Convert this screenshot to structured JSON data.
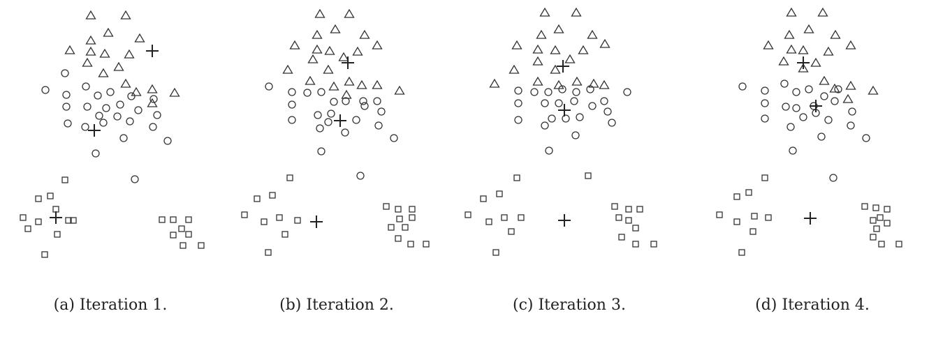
{
  "figure": {
    "captions": [
      "(a) Iteration 1.",
      "(b) Iteration 2.",
      "(c) Iteration 3.",
      "(d) Iteration 4."
    ]
  },
  "colors": {
    "ink": "#333333",
    "background": "#ffffff"
  },
  "icons": {
    "triangle": "triangle-marker",
    "circle": "circle-marker",
    "square": "square-marker",
    "centroid": "plus-marker"
  },
  "chart_data": [
    {
      "type": "scatter",
      "title": "(a) Iteration 1.",
      "xlim": [
        0,
        300
      ],
      "ylim": [
        0,
        360
      ],
      "series": [
        {
          "marker": "triangle",
          "points": [
            [
              130,
              22
            ],
            [
              180,
              22
            ],
            [
              130,
              58
            ],
            [
              155,
              47
            ],
            [
              200,
              55
            ],
            [
              100,
              72
            ],
            [
              130,
              74
            ],
            [
              150,
              77
            ],
            [
              185,
              78
            ],
            [
              125,
              90
            ],
            [
              170,
              96
            ],
            [
              148,
              105
            ],
            [
              180,
              120
            ],
            [
              195,
              132
            ],
            [
              218,
              128
            ],
            [
              250,
              133
            ],
            [
              218,
              148
            ]
          ]
        },
        {
          "marker": "circle",
          "points": [
            [
              93,
              105
            ],
            [
              65,
              129
            ],
            [
              123,
              124
            ],
            [
              95,
              136
            ],
            [
              140,
              137
            ],
            [
              158,
              132
            ],
            [
              188,
              138
            ],
            [
              95,
              153
            ],
            [
              125,
              153
            ],
            [
              152,
              155
            ],
            [
              172,
              150
            ],
            [
              198,
              158
            ],
            [
              220,
              142
            ],
            [
              142,
              166
            ],
            [
              168,
              167
            ],
            [
              225,
              165
            ],
            [
              97,
              177
            ],
            [
              148,
              176
            ],
            [
              186,
              174
            ],
            [
              122,
              182
            ],
            [
              219,
              182
            ],
            [
              177,
              198
            ],
            [
              240,
              202
            ],
            [
              137,
              220
            ],
            [
              193,
              257
            ]
          ]
        },
        {
          "marker": "square",
          "points": [
            [
              93,
              258
            ],
            [
              55,
              285
            ],
            [
              72,
              281
            ],
            [
              80,
              300
            ],
            [
              33,
              312
            ],
            [
              55,
              318
            ],
            [
              98,
              316
            ],
            [
              105,
              316
            ],
            [
              40,
              328
            ],
            [
              82,
              336
            ],
            [
              64,
              365
            ],
            [
              232,
              315
            ],
            [
              248,
              315
            ],
            [
              270,
              315
            ],
            [
              260,
              328
            ],
            [
              248,
              337
            ],
            [
              270,
              336
            ],
            [
              262,
              352
            ],
            [
              288,
              352
            ]
          ]
        },
        {
          "marker": "centroid",
          "points": [
            [
              218,
              73
            ],
            [
              135,
              187
            ],
            [
              80,
              312
            ]
          ]
        }
      ]
    },
    {
      "type": "scatter",
      "title": "(b) Iteration 2.",
      "xlim": [
        0,
        300
      ],
      "ylim": [
        0,
        360
      ],
      "series": [
        {
          "marker": "triangle",
          "points": [
            [
              458,
              20
            ],
            [
              500,
              20
            ],
            [
              454,
              50
            ],
            [
              480,
              42
            ],
            [
              522,
              50
            ],
            [
              422,
              65
            ],
            [
              454,
              71
            ],
            [
              472,
              73
            ],
            [
              512,
              74
            ],
            [
              540,
              65
            ],
            [
              448,
              85
            ],
            [
              492,
              82
            ],
            [
              412,
              100
            ],
            [
              470,
              100
            ],
            [
              444,
              116
            ],
            [
              478,
              124
            ],
            [
              500,
              117
            ],
            [
              518,
              122
            ],
            [
              540,
              122
            ],
            [
              572,
              130
            ],
            [
              496,
              136
            ]
          ]
        },
        {
          "marker": "circle",
          "points": [
            [
              385,
              124
            ],
            [
              418,
              132
            ],
            [
              418,
              150
            ],
            [
              440,
              133
            ],
            [
              460,
              132
            ],
            [
              478,
              146
            ],
            [
              495,
              145
            ],
            [
              520,
              145
            ],
            [
              540,
              145
            ],
            [
              418,
              172
            ],
            [
              455,
              165
            ],
            [
              474,
              163
            ],
            [
              522,
              152
            ],
            [
              546,
              160
            ],
            [
              470,
              175
            ],
            [
              494,
              190
            ],
            [
              510,
              172
            ],
            [
              542,
              180
            ],
            [
              458,
              184
            ],
            [
              564,
              198
            ],
            [
              460,
              217
            ],
            [
              516,
              252
            ]
          ]
        },
        {
          "marker": "square",
          "points": [
            [
              415,
              255
            ],
            [
              368,
              285
            ],
            [
              390,
              280
            ],
            [
              350,
              308
            ],
            [
              378,
              318
            ],
            [
              400,
              312
            ],
            [
              426,
              316
            ],
            [
              408,
              336
            ],
            [
              384,
              362
            ],
            [
              553,
              296
            ],
            [
              570,
              300
            ],
            [
              590,
              300
            ],
            [
              572,
              314
            ],
            [
              590,
              312
            ],
            [
              560,
              326
            ],
            [
              580,
              326
            ],
            [
              570,
              342
            ],
            [
              588,
              350
            ],
            [
              610,
              350
            ]
          ]
        },
        {
          "marker": "centroid",
          "points": [
            [
              498,
              90
            ],
            [
              487,
              173
            ],
            [
              453,
              318
            ]
          ]
        }
      ]
    },
    {
      "type": "scatter",
      "title": "(c) Iteration 3.",
      "xlim": [
        0,
        300
      ],
      "ylim": [
        0,
        360
      ],
      "series": [
        {
          "marker": "triangle",
          "points": [
            [
              780,
              18
            ],
            [
              825,
              18
            ],
            [
              775,
              50
            ],
            [
              800,
              42
            ],
            [
              848,
              50
            ],
            [
              740,
              65
            ],
            [
              770,
              71
            ],
            [
              795,
              72
            ],
            [
              835,
              72
            ],
            [
              866,
              63
            ],
            [
              770,
              88
            ],
            [
              816,
              85
            ],
            [
              736,
              100
            ],
            [
              795,
              100
            ],
            [
              770,
              117
            ],
            [
              800,
              122
            ],
            [
              826,
              117
            ],
            [
              850,
              120
            ],
            [
              865,
              122
            ],
            [
              708,
              120
            ]
          ]
        },
        {
          "marker": "circle",
          "points": [
            [
              742,
              130
            ],
            [
              742,
              148
            ],
            [
              742,
              172
            ],
            [
              765,
              132
            ],
            [
              785,
              132
            ],
            [
              805,
              128
            ],
            [
              825,
              132
            ],
            [
              845,
              128
            ],
            [
              898,
              132
            ],
            [
              780,
              148
            ],
            [
              800,
              148
            ],
            [
              822,
              145
            ],
            [
              848,
              152
            ],
            [
              865,
              145
            ],
            [
              790,
              170
            ],
            [
              810,
              170
            ],
            [
              830,
              168
            ],
            [
              870,
              160
            ],
            [
              876,
              176
            ],
            [
              780,
              180
            ],
            [
              824,
              194
            ],
            [
              786,
              216
            ]
          ]
        },
        {
          "marker": "square",
          "points": [
            [
              740,
              255
            ],
            [
              842,
              252
            ],
            [
              692,
              285
            ],
            [
              715,
              278
            ],
            [
              670,
              308
            ],
            [
              700,
              318
            ],
            [
              722,
              312
            ],
            [
              746,
              312
            ],
            [
              732,
              332
            ],
            [
              710,
              362
            ],
            [
              880,
              296
            ],
            [
              900,
              300
            ],
            [
              916,
              300
            ],
            [
              900,
              316
            ],
            [
              886,
              312
            ],
            [
              910,
              327
            ],
            [
              890,
              340
            ],
            [
              910,
              350
            ],
            [
              936,
              350
            ]
          ]
        },
        {
          "marker": "centroid",
          "points": [
            [
              806,
              95
            ],
            [
              808,
              158
            ],
            [
              808,
              316
            ]
          ]
        }
      ]
    },
    {
      "type": "scatter",
      "title": "(d) Iteration 4.",
      "xlim": [
        0,
        300
      ],
      "ylim": [
        0,
        360
      ],
      "series": [
        {
          "marker": "triangle",
          "points": [
            [
              1133,
              18
            ],
            [
              1178,
              18
            ],
            [
              1130,
              50
            ],
            [
              1158,
              42
            ],
            [
              1196,
              50
            ],
            [
              1100,
              65
            ],
            [
              1133,
              71
            ],
            [
              1150,
              72
            ],
            [
              1186,
              74
            ],
            [
              1218,
              65
            ],
            [
              1122,
              88
            ],
            [
              1168,
              90
            ],
            [
              1150,
              98
            ],
            [
              1195,
              127
            ],
            [
              1218,
              123
            ],
            [
              1250,
              130
            ],
            [
              1214,
              142
            ],
            [
              1180,
              116
            ]
          ]
        },
        {
          "marker": "circle",
          "points": [
            [
              1063,
              124
            ],
            [
              1095,
              130
            ],
            [
              1095,
              148
            ],
            [
              1123,
              120
            ],
            [
              1140,
              132
            ],
            [
              1158,
              128
            ],
            [
              1180,
              138
            ],
            [
              1200,
              128
            ],
            [
              1095,
              170
            ],
            [
              1125,
              153
            ],
            [
              1140,
              155
            ],
            [
              1165,
              152
            ],
            [
              1195,
              145
            ],
            [
              1220,
              160
            ],
            [
              1150,
              168
            ],
            [
              1168,
              162
            ],
            [
              1186,
              172
            ],
            [
              1218,
              180
            ],
            [
              1132,
              182
            ],
            [
              1176,
              196
            ],
            [
              1240,
              198
            ],
            [
              1135,
              216
            ],
            [
              1193,
              255
            ]
          ]
        },
        {
          "marker": "square",
          "points": [
            [
              1095,
              255
            ],
            [
              1055,
              282
            ],
            [
              1072,
              276
            ],
            [
              1030,
              308
            ],
            [
              1055,
              318
            ],
            [
              1080,
              310
            ],
            [
              1100,
              312
            ],
            [
              1078,
              332
            ],
            [
              1062,
              362
            ],
            [
              1238,
              296
            ],
            [
              1254,
              298
            ],
            [
              1270,
              300
            ],
            [
              1250,
              316
            ],
            [
              1260,
              312
            ],
            [
              1270,
              320
            ],
            [
              1255,
              328
            ],
            [
              1250,
              340
            ],
            [
              1262,
              350
            ],
            [
              1287,
              350
            ]
          ]
        },
        {
          "marker": "centroid",
          "points": [
            [
              1150,
              90
            ],
            [
              1168,
              152
            ],
            [
              1160,
              313
            ]
          ]
        }
      ]
    }
  ]
}
